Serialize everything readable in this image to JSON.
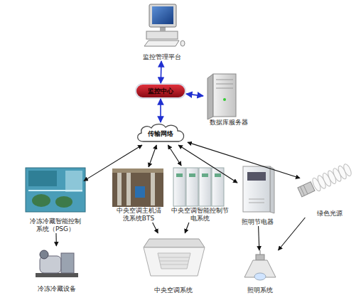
{
  "diagram": {
    "nodes": [
      {
        "text": [
          "监控管理平台"
        ]
      },
      {
        "text": [
          "监控中心"
        ]
      },
      {
        "text": [
          "数据库服务器"
        ]
      },
      {
        "text": [
          "传输网络"
        ]
      },
      {
        "text": [
          "冷冻冷藏智能控制系统（PSG）"
        ]
      },
      {
        "text": [
          "中央空调主机清洗系统BTS"
        ]
      },
      {
        "text": [
          "中央空调智能控制节电系统"
        ]
      },
      {
        "text": [
          "照明节电器"
        ]
      },
      {
        "text": [
          "绿色光源"
        ]
      },
      {
        "text": [
          "冷冻冷藏设备"
        ]
      },
      {
        "text": [
          "中央空调系统"
        ]
      },
      {
        "text": [
          "照明系统"
        ]
      }
    ],
    "edges": [
      {
        "from": 0,
        "to": 1,
        "arrow": "both"
      },
      {
        "from": 1,
        "to": 2,
        "arrow": "both"
      },
      {
        "from": 1,
        "to": 3,
        "arrow": "both"
      },
      {
        "from": 3,
        "to": 4,
        "arrow": "both"
      },
      {
        "from": 3,
        "to": 5,
        "arrow": "both"
      },
      {
        "from": 3,
        "to": 6,
        "arrow": "both"
      },
      {
        "from": 3,
        "to": 7,
        "arrow": "both"
      },
      {
        "from": 3,
        "to": 8,
        "arrow": "both"
      },
      {
        "from": 4,
        "to": 9,
        "arrow": "to"
      },
      {
        "from": 5,
        "to": 10,
        "arrow": "to"
      },
      {
        "from": 6,
        "to": 10,
        "arrow": "to"
      },
      {
        "from": 7,
        "to": 11,
        "arrow": "to"
      },
      {
        "from": 8,
        "to": 11,
        "arrow": "to"
      }
    ]
  }
}
